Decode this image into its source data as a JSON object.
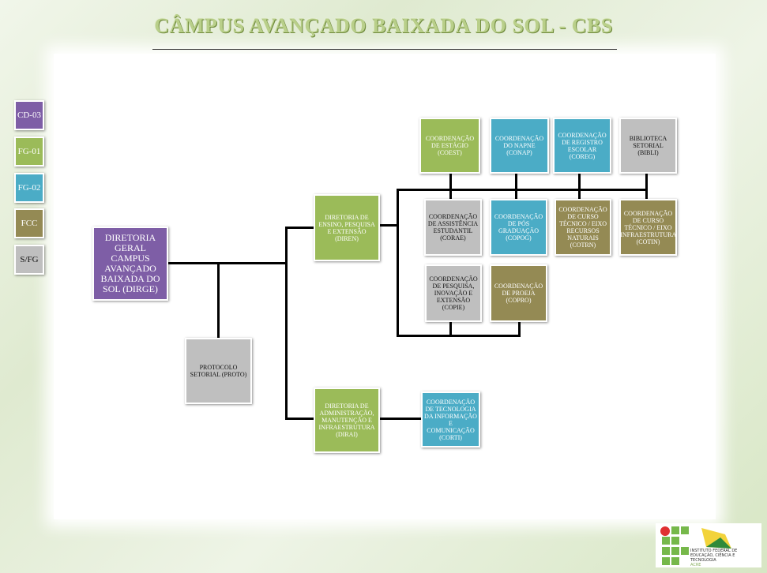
{
  "title": "CÂMPUS AVANÇADO BAIXADA DO SOL - CBS",
  "colors": {
    "CD": "#7e5ea6",
    "FG01": "#9bbb59",
    "FG02": "#4bacc6",
    "FCC": "#948a54",
    "SFG": "#bfbfbf"
  },
  "legend": [
    "CD-03",
    "FG-01",
    "FG-02",
    "FCC",
    "S/FG"
  ],
  "units": {
    "dirge": "DIRETORIA GERAL CAMPUS AVANÇADO BAIXADA DO SOL (DIRGE)",
    "proto": "PROTOCOLO SETORIAL (PROTO)",
    "diren": "DIRETORIA DE ENSINO, PESQUISA E EXTENSÃO (DIREN)",
    "dirai": "DIRETORIA DE ADMINISTRAÇÃO, MANUTENÇÃO E INFRAESTRUTURA (DIRAI)",
    "corti": "COORDENAÇÃO DE TECNOLOGIA DA INFORMAÇÃO E COMUNICAÇÃO (CORTI)",
    "coest": "COORDENAÇÃO DE ESTÁGIO (COEST)",
    "conap": "COORDENAÇÃO DO NAPNE (CONAP)",
    "coreg": "COORDENAÇÃO DE REGISTRO ESCOLAR (COREG)",
    "bibli": "BIBLIOTECA SETORIAL (BIBLI)",
    "corae": "COORDENAÇÃO DE ASSISTÊNCIA ESTUDANTIL (CORAE)",
    "copog": "COORDENAÇÃO DE PÓS GRADUAÇÃO (COPOG)",
    "cotrn": "COORDENAÇÃO DE CURSO TÉCNICO / EIXO RECURSOS NATURAIS (COTRN)",
    "cotin": "COORDENAÇÃO DE CURSO TÉCNICO / EIXO INFRAESTRUTURA (COTIN)",
    "copie": "COORDENAÇÃO DE PESQUISA, INOVAÇÃO E EXTENSÃO (COPIE)",
    "copro": "COORDENAÇÃO DE PROEJA (COPRO)"
  },
  "logo": {
    "line1": "INSTITUTO FEDERAL DE",
    "line2": "EDUCAÇÃO, CIÊNCIA E TECNOLOGIA",
    "line3": "ACRE"
  }
}
